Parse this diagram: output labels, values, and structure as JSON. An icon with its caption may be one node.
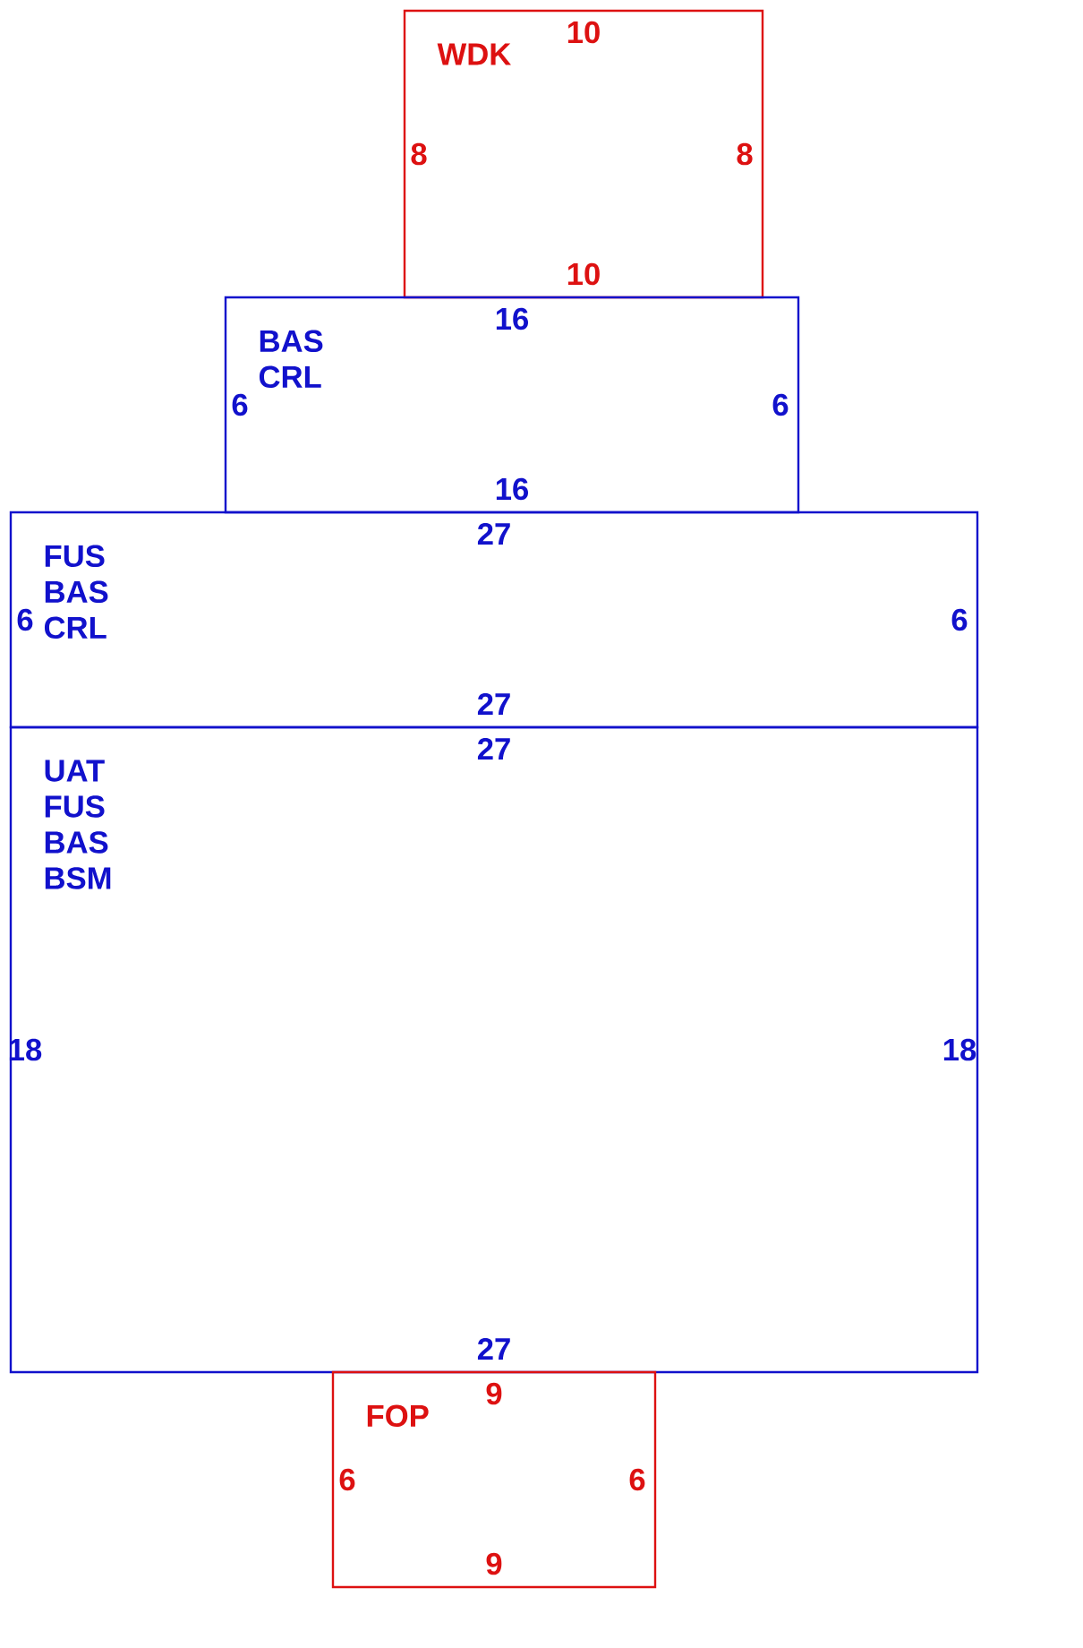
{
  "diagram": {
    "nodes": [
      {
        "text": [
          "WDK",
          "10",
          "8",
          "8",
          "10"
        ]
      },
      {
        "text": [
          "BAS CRL",
          "16",
          "6",
          "6",
          "16"
        ]
      },
      {
        "text": [
          "FUS BAS CRL",
          "27",
          "6",
          "6",
          "27"
        ]
      },
      {
        "text": [
          "UAT FUS BAS BSM",
          "27",
          "18",
          "18",
          "27"
        ]
      },
      {
        "text": [
          "FOP",
          "9",
          "6",
          "6",
          "9"
        ]
      }
    ]
  }
}
